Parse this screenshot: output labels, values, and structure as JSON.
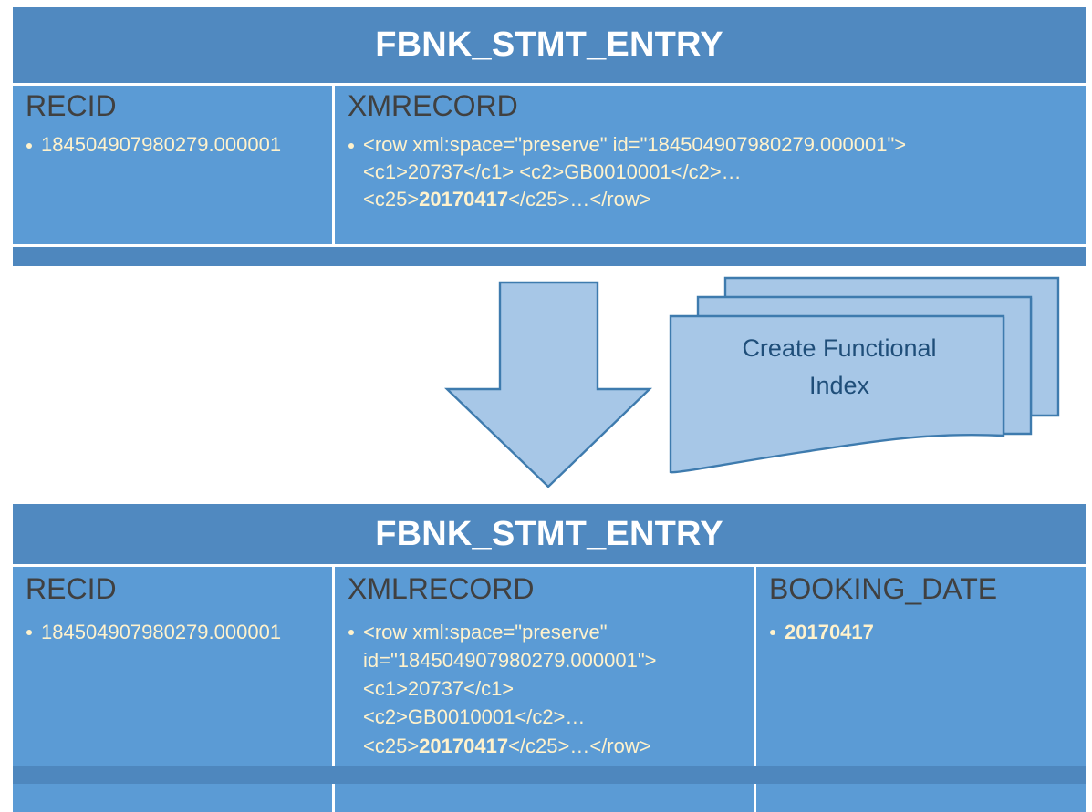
{
  "colors": {
    "header_band": "#5089C0",
    "cell_body": "#5B9BD5",
    "footer_band": "#4E87BE",
    "title_text": "#FFFFFF",
    "column_header_text": "#404040",
    "cell_text": "#FFF2CC",
    "shape_fill": "#A7C7E7",
    "shape_stroke": "#3E7BAE",
    "shape_text": "#1F4E79"
  },
  "top_table": {
    "title": "FBNK_STMT_ENTRY",
    "columns": [
      {
        "header": "RECID",
        "cells": [
          {
            "text": "184504907980279.000001"
          }
        ]
      },
      {
        "header": "XMRECORD",
        "cells": [
          {
            "line1_plain": "<row xml:space=\"preserve\" id=\"184504907980279.000001\">",
            "line2_plain": "<c1>20737</c1> <c2>GB0010001</c2>…",
            "line3_pre": "<c25>",
            "line3_bold": "20170417",
            "line3_post": "</c25>…</row>"
          }
        ]
      }
    ]
  },
  "middle": {
    "arrow_icon": "down-arrow-icon",
    "document_stack_icon": "stacked-documents-icon",
    "document_label_line1": "Create Functional",
    "document_label_line2": "Index"
  },
  "bottom_table": {
    "title": "FBNK_STMT_ENTRY",
    "columns": [
      {
        "header": "RECID",
        "cells": [
          {
            "text": "184504907980279.000001"
          }
        ]
      },
      {
        "header": "XMLRECORD",
        "cells": [
          {
            "line1_plain": "<row xml:space=\"preserve\"",
            "line2_plain": "id=\"184504907980279.000001\">",
            "line3_plain": "<c1>20737</c1>",
            "line4_plain": "<c2>GB0010001</c2>…",
            "line5_pre": "<c25>",
            "line5_bold": "20170417",
            "line5_post": "</c25>…</row>"
          }
        ]
      },
      {
        "header": "BOOKING_DATE",
        "cells": [
          {
            "bold_text": "20170417"
          }
        ]
      }
    ]
  }
}
